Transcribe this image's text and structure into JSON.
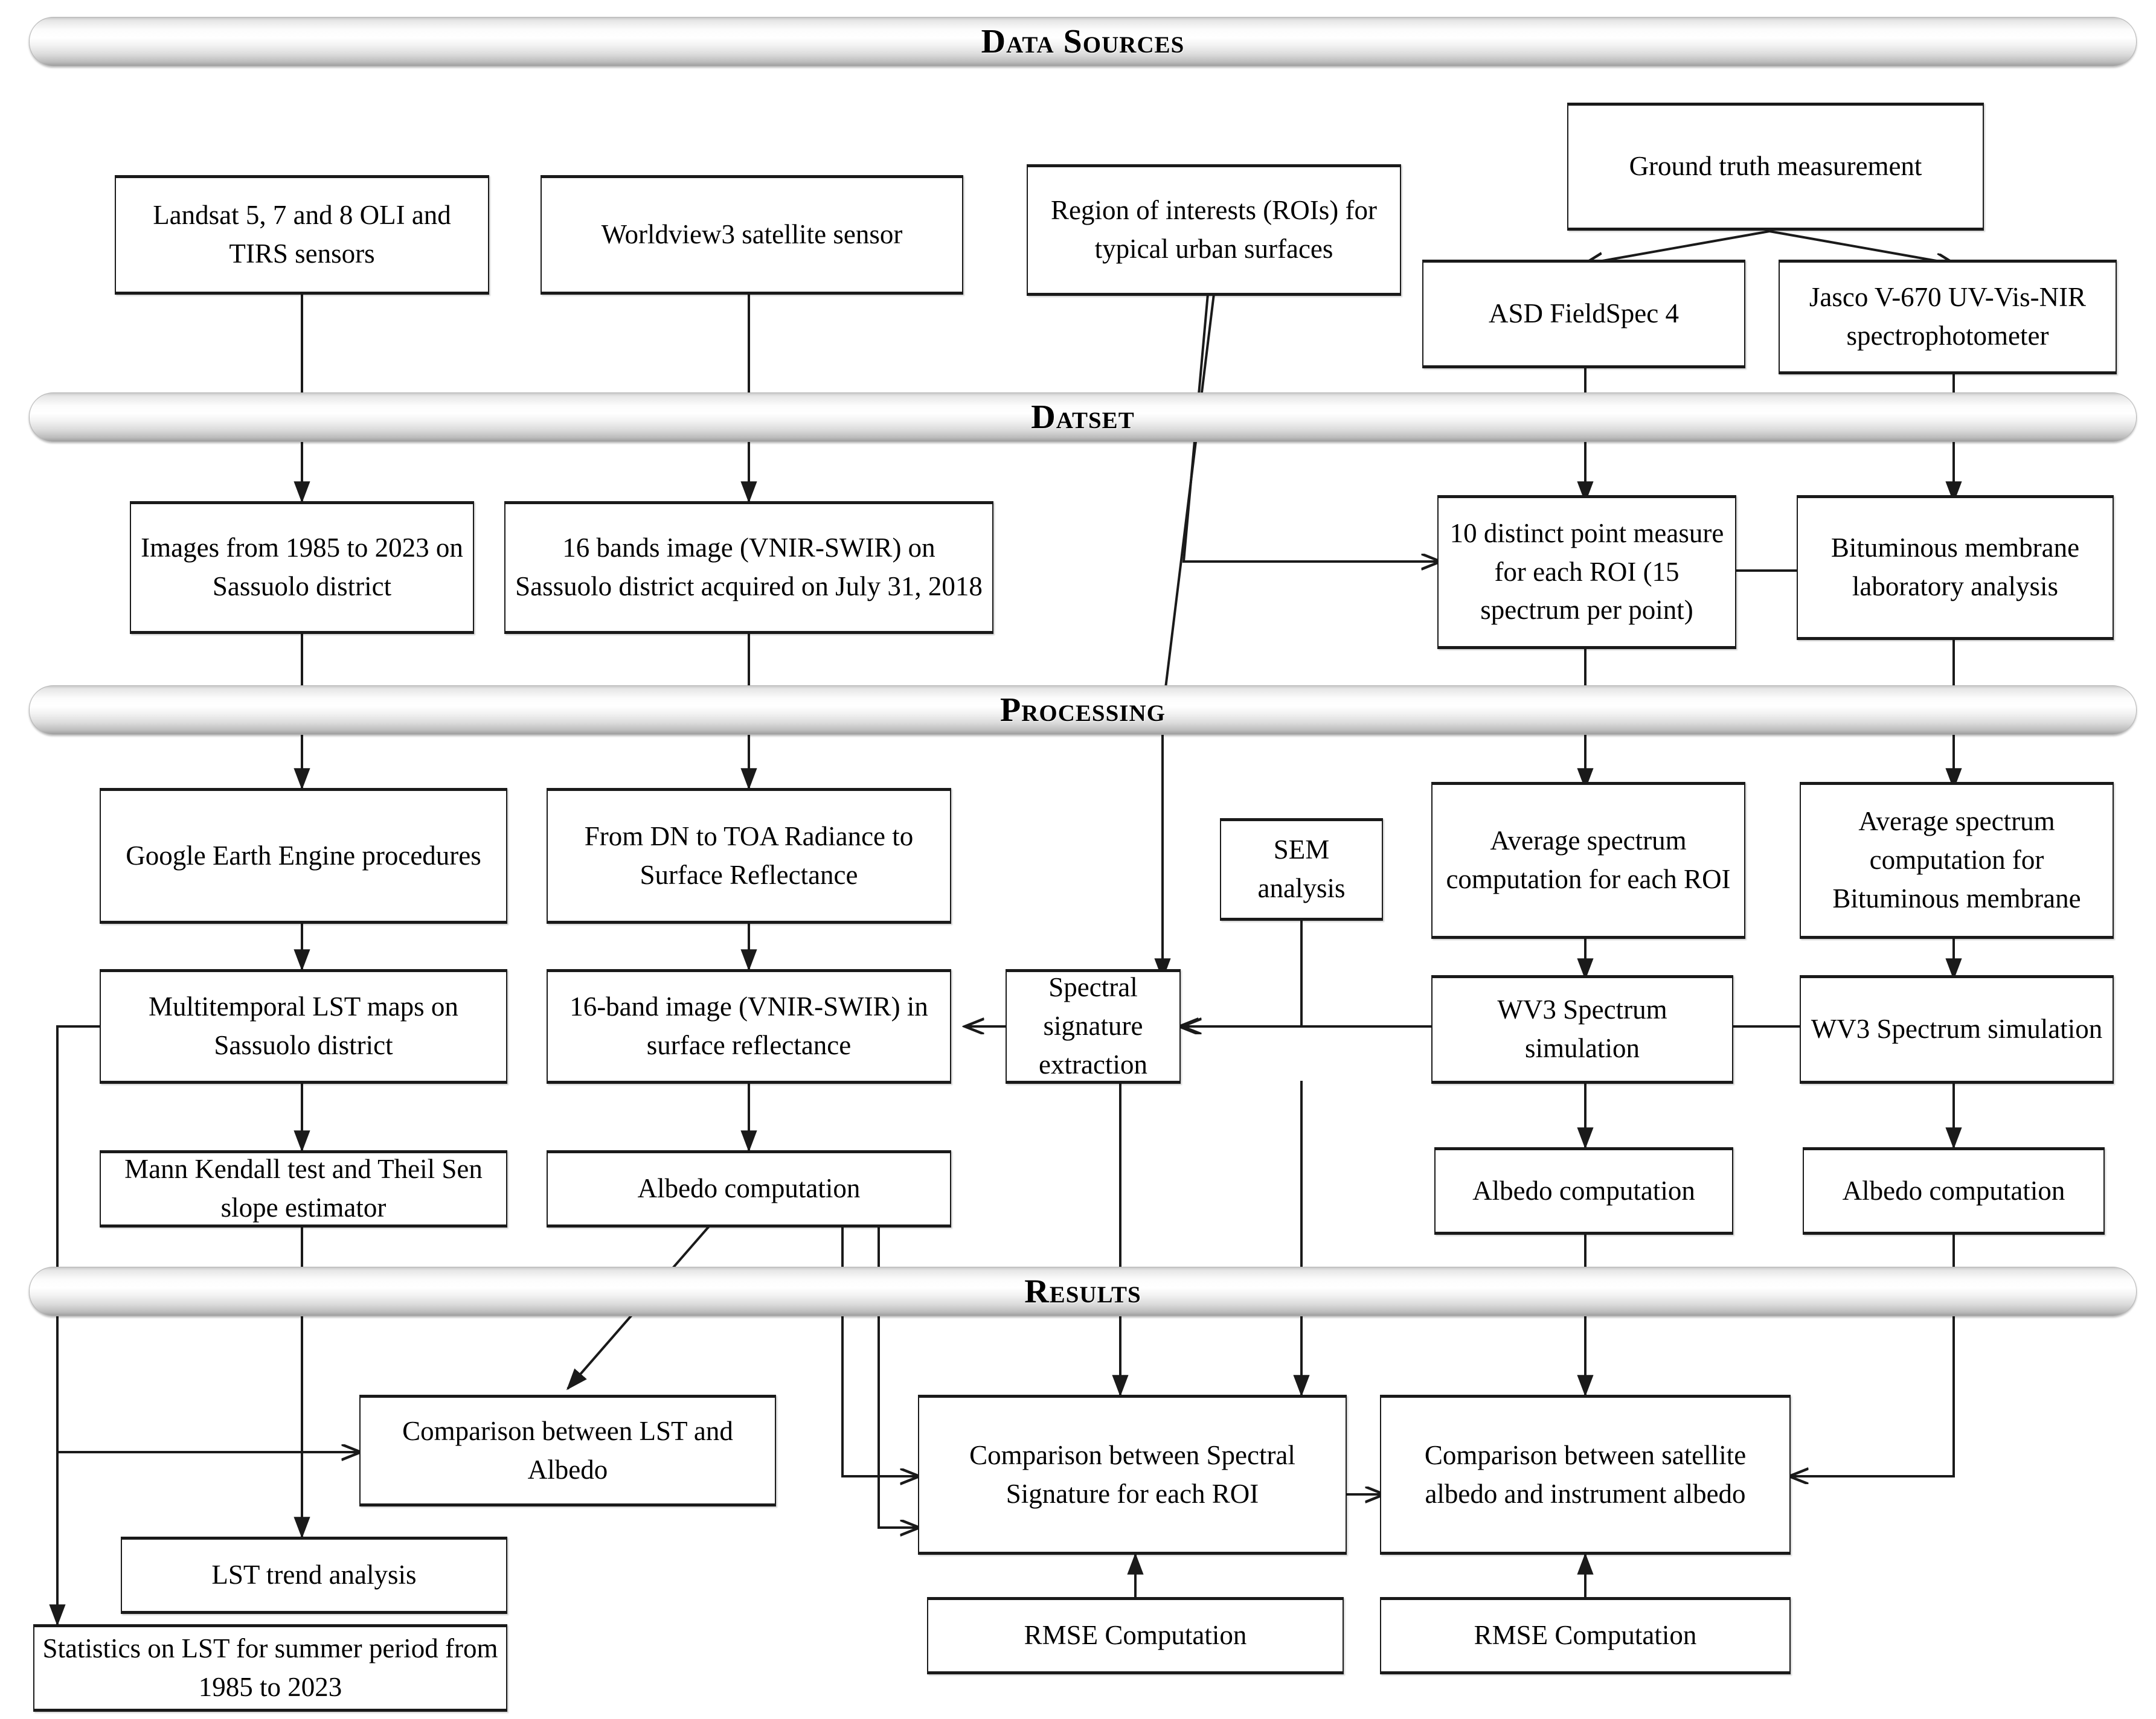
{
  "diagram": {
    "title": "Methodology flowchart",
    "colors": {
      "line": "#1a1a1a",
      "box_fill": "#ffffff",
      "banner_light": "#ffffff",
      "banner_dark": "#9e9e9e"
    },
    "banners": [
      {
        "id": "data-sources",
        "label": "Data Sources"
      },
      {
        "id": "dataset",
        "label": "Datset"
      },
      {
        "id": "processing",
        "label": "Processing"
      },
      {
        "id": "results",
        "label": "Results"
      }
    ],
    "nodes": {
      "landsat": "Landsat 5, 7 and 8 OLI and TIRS sensors",
      "worldview": "Worldview3 satellite sensor",
      "roi": "Region of interests (ROIs) for typical urban surfaces",
      "ground_truth": "Ground truth measurement",
      "asd": "ASD FieldSpec 4",
      "jasco": "Jasco V-670 UV-Vis-NIR spectrophotometer",
      "images_1985": "Images from 1985 to 2023 on Sassuolo district",
      "sixteen_bands": "16 bands image (VNIR-SWIR) on Sassuolo district acquired on July 31, 2018",
      "ten_points": "10 distinct point measure for each ROI (15 spectrum per point)",
      "bituminous_lab": "Bituminous membrane laboratory analysis",
      "gee": "Google Earth Engine procedures",
      "dn_toa": "From DN to TOA Radiance to Surface Reflectance",
      "avg_roi": "Average spectrum computation for each ROI",
      "avg_bitumen": "Average spectrum computation for Bituminous membrane",
      "lst_maps": "Multitemporal LST maps on Sassuolo district",
      "sixteen_band_sr": "16-band image (VNIR-SWIR) in surface reflectance",
      "sig_extraction": "Spectral signature extraction",
      "sem": "SEM analysis",
      "wv3_sim_left": "WV3 Spectrum simulation",
      "wv3_sim_right": "WV3 Spectrum simulation",
      "mann_kendall": "Mann Kendall test and Theil Sen slope estimator",
      "albedo_comp_main": "Albedo computation",
      "albedo_comp_left": "Albedo computation",
      "albedo_comp_right": "Albedo computation",
      "cmp_lst_albedo": "Comparison between LST and Albedo",
      "cmp_spectral": "Comparison between Spectral Signature for each ROI",
      "cmp_albedo": "Comparison between satellite albedo and instrument albedo",
      "lst_trend": "LST trend analysis",
      "lst_stats": "Statistics on LST for summer period from 1985 to 2023",
      "rmse_left": "RMSE Computation",
      "rmse_right": "RMSE Computation"
    }
  }
}
